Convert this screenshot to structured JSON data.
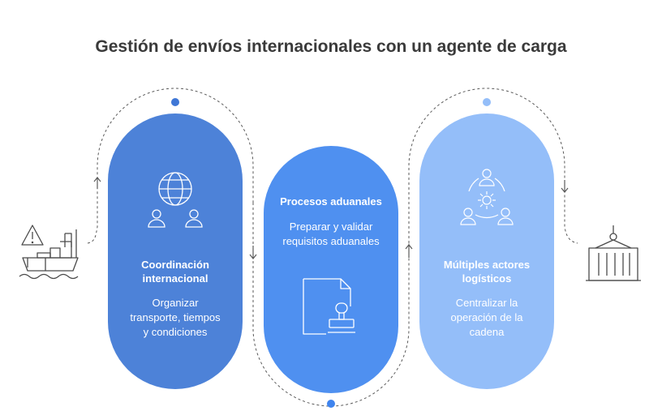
{
  "title": "Gestión de envíos internacionales con un agente de carga",
  "colors": {
    "card1": "#4d82d8",
    "card2": "#4f90f0",
    "card3": "#94bef9",
    "connector": "#5a5a5a"
  },
  "steps": [
    {
      "heading_lines": [
        "Coordinación",
        "internacional"
      ],
      "desc_lines": [
        "Organizar",
        "transporte, tiempos",
        "y condiciones"
      ],
      "icon": "globe-people-icon"
    },
    {
      "heading_lines": [
        "Procesos aduanales"
      ],
      "desc_lines": [
        "Preparar y validar",
        "requisitos aduanales"
      ],
      "icon": "document-stamp-icon"
    },
    {
      "heading_lines": [
        "Múltiples actores",
        "logísticos"
      ],
      "desc_lines": [
        "Centralizar la",
        "operación de la",
        "cadena"
      ],
      "icon": "network-people-icon"
    }
  ],
  "side_icons": {
    "left": "cargo-ship-warning-icon",
    "right": "shipping-container-crane-icon"
  }
}
